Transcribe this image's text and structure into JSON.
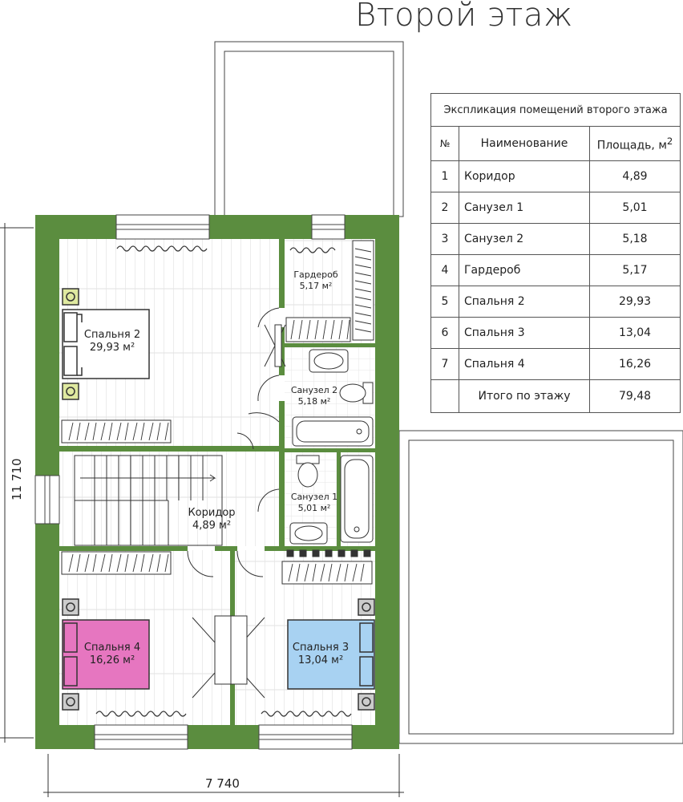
{
  "title": "Второй этаж",
  "explication": {
    "caption": "Экспликация помещений второго этажа",
    "col_num": "№",
    "col_name": "Наименование",
    "col_area": "Площадь, м",
    "col_area_sup": "2",
    "rows": [
      {
        "num": "1",
        "name": "Коридор",
        "area": "4,89"
      },
      {
        "num": "2",
        "name": "Санузел 1",
        "area": "5,01"
      },
      {
        "num": "3",
        "name": "Санузел 2",
        "area": "5,18"
      },
      {
        "num": "4",
        "name": "Гардероб",
        "area": "5,17"
      },
      {
        "num": "5",
        "name": "Спальня 2",
        "area": "29,93"
      },
      {
        "num": "6",
        "name": "Спальня 3",
        "area": "13,04"
      },
      {
        "num": "7",
        "name": "Спальня 4",
        "area": "16,26"
      }
    ],
    "total_label": "Итого по этажу",
    "total_value": "79,48"
  },
  "rooms": {
    "bedroom2": {
      "name": "Спальня 2",
      "area": "29,93 м²"
    },
    "wardrobe": {
      "name": "Гардероб",
      "area": "5,17 м²"
    },
    "bath2": {
      "name": "Санузел 2",
      "area": "5,18 м²"
    },
    "corridor": {
      "name": "Коридор",
      "area": "4,89 м²"
    },
    "bath1": {
      "name": "Санузел 1",
      "area": "5,01 м²"
    },
    "bedroom4": {
      "name": "Спальня 4",
      "area": "16,26 м²"
    },
    "bedroom3": {
      "name": "Спальня 3",
      "area": "13,04 м²"
    }
  },
  "dimensions": {
    "width": "7 740",
    "height": "11 710"
  },
  "colors": {
    "wall": "#5b8d3f",
    "bed4": "#e676c0",
    "bed3": "#a8d2f2"
  }
}
